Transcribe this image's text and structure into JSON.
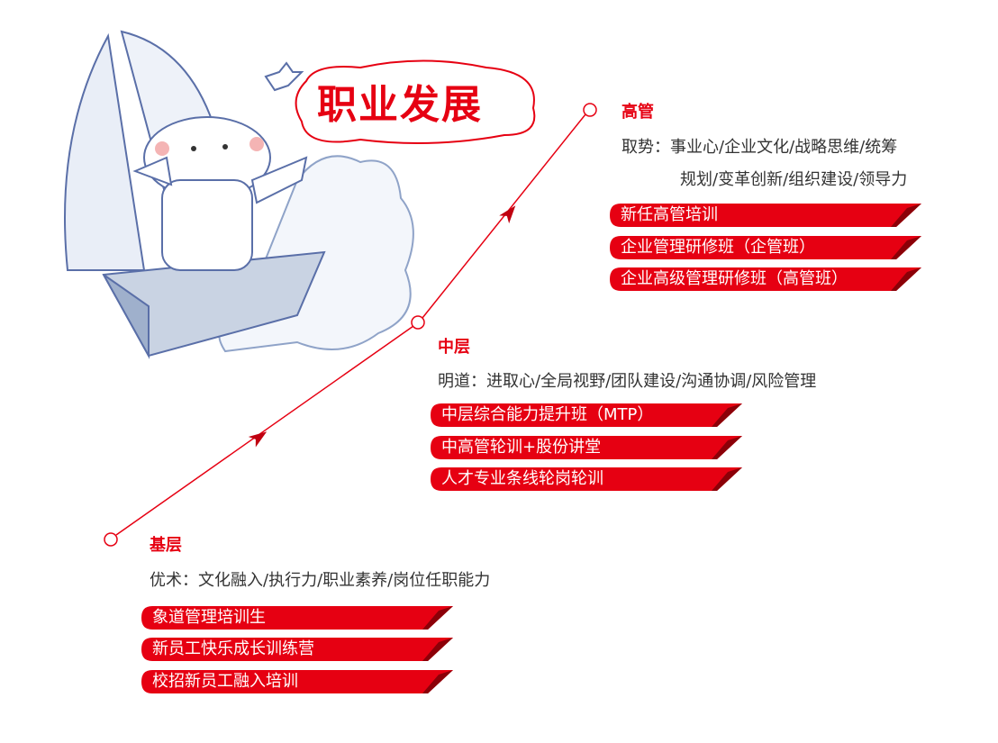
{
  "title": "职业发展",
  "colors": {
    "accent": "#e60012",
    "dark": "#8b0008",
    "text": "#333333"
  },
  "levels": [
    {
      "name": "高管",
      "desc_line1": "取势：事业心/企业文化/战略思维/统筹",
      "desc_line2": "规划/变革创新/组织建设/领导力",
      "programs": [
        "新任高管培训",
        "企业管理研修班（企管班）",
        "企业高级管理研修班（高管班）"
      ]
    },
    {
      "name": "中层",
      "desc_line1": "明道：进取心/全局视野/团队建设/沟通协调/风险管理",
      "programs": [
        "中层综合能力提升班（MTP）",
        "中高管轮训+股份讲堂",
        "人才专业条线轮岗轮训"
      ]
    },
    {
      "name": "基层",
      "desc_line1": "优术：文化融入/执行力/职业素养/岗位任职能力",
      "programs": [
        "象道管理培训生",
        "新员工快乐成长训练营",
        "校招新员工融入培训"
      ]
    }
  ]
}
